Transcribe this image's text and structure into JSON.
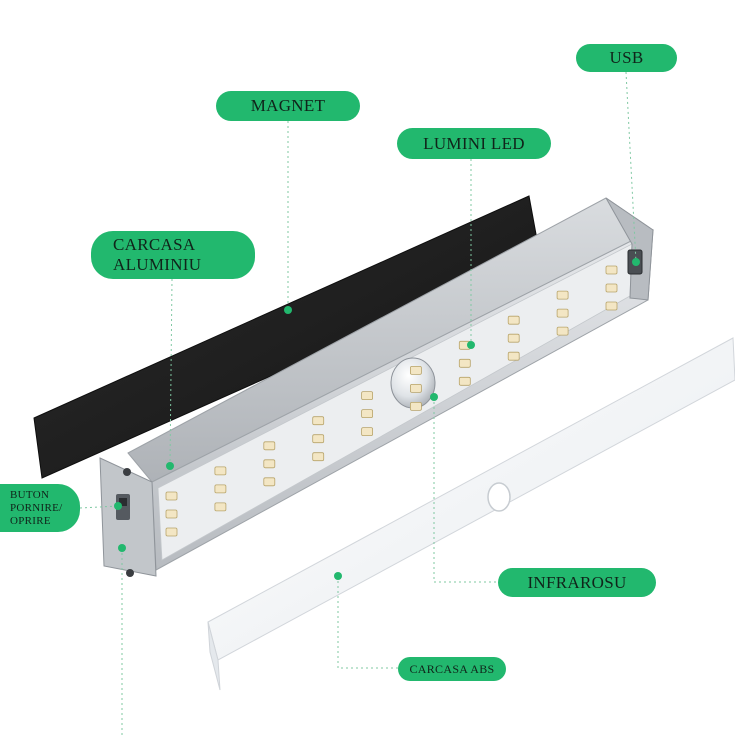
{
  "labels": {
    "usb": "USB",
    "magnet": "MAGNET",
    "led": "LUMINI LED",
    "aluminum_line1": "CARCASA",
    "aluminum_line2": "ALUMINIU",
    "button_line1": "BUTON",
    "button_line2": "PORNIRE/",
    "button_line3": "OPRIRE",
    "infrared": "INFRAROSU",
    "abs": "CARCASA ABS"
  },
  "colors": {
    "accent": "#22b86e",
    "magnet": "#1f1f1f",
    "housing": "#c9ccd0",
    "led": "#f3e6c4",
    "diffuser": "#f4f6f8"
  },
  "icons": {
    "usb_port": "usb-port-icon",
    "pir_sensor": "pir-sensor-icon",
    "switch": "toggle-switch-icon"
  }
}
